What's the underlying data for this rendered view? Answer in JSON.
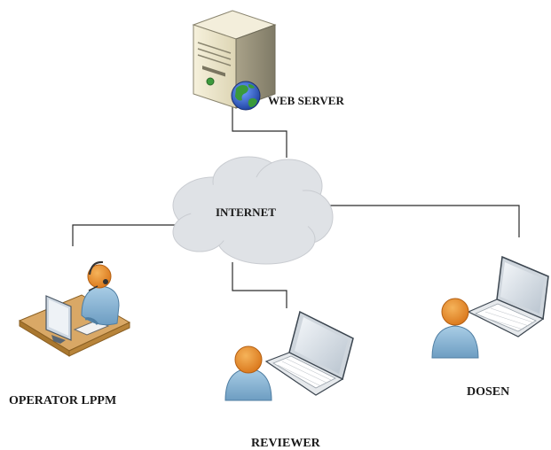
{
  "diagram": {
    "server": {
      "label": "WEB SERVER",
      "icon": "server-tower-icon",
      "badge_icon": "globe-icon"
    },
    "network": {
      "label": "INTERNET",
      "icon": "cloud-icon"
    },
    "clients": [
      {
        "label": "OPERATOR LPPM",
        "icon": "operator-desk-icon"
      },
      {
        "label": "REVIEWER",
        "icon": "user-laptop-icon"
      },
      {
        "label": "DOSEN",
        "icon": "user-laptop-icon"
      }
    ]
  },
  "colors": {
    "line": "#2b2b2b",
    "cloud": "#dfe2e6",
    "server_body": "#ece6cf",
    "skin": "#e8922a",
    "shirt": "#8fb9d6",
    "desk": "#d9a866",
    "globe_sea": "#2a5cc7",
    "globe_land": "#3a9a3a"
  }
}
